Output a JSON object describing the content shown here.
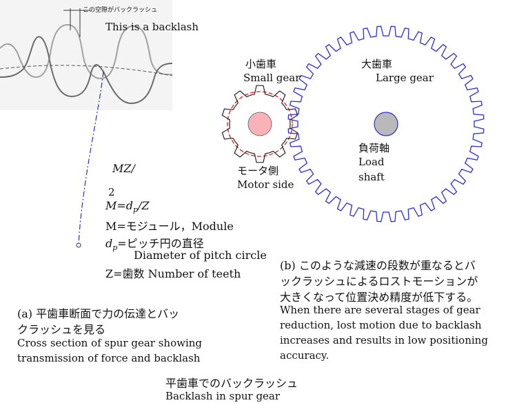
{
  "backlash": {
    "label_jp": "この空隙がバックラッシュ",
    "label_en": "This is a backlash"
  },
  "formula": {
    "mz": "MZ/",
    "two": "2",
    "m_def_prefix": "M=d",
    "m_def_sub": "p",
    "m_def_suffix": "/Z",
    "module_line": "M=モジュール，Module",
    "dp_symbol": "d",
    "dp_sub": "p",
    "dp_def": "=ピッチ円の直径",
    "dp_en": "Diameter of pitch circle",
    "z_line": "Z=歯数  Number of teeth"
  },
  "gears": {
    "small_jp": "小歯車",
    "small_en": "Small gear",
    "large_jp": "大歯車",
    "large_en": "Large gear",
    "load_jp": "負荷軸",
    "load_en_1": "Load",
    "load_en_2": "shaft",
    "motor_jp": "モータ側",
    "motor_en": "Motor side",
    "colors": {
      "small_hub": "#f9b3b8",
      "large_hub": "#b9b9b9",
      "large_outline": "#2b2bd6",
      "pitch_circle": "#d81e1e",
      "dash_line": "#2b2bd6"
    }
  },
  "caption_a": {
    "line1": "(a) 平歯車断面で力の伝達とバッ",
    "line2": "クラッシュを見る",
    "line3": "Cross section of spur gear showing",
    "line4": "transmission of force and backlash"
  },
  "caption_b": {
    "line1": "(b) このような減速の段数が重なるとバ",
    "line2": "ックラッシュによるロストモーションが",
    "line3": "大きくなって位置決め精度が低下する。",
    "line4": "When there are several stages of gear",
    "line5": "reduction, lost motion due to backlash",
    "line6": "increases and results in low positioning",
    "line7": "accuracy."
  },
  "title": {
    "jp": "平歯車でのバックラッシュ",
    "en": "Backlash in spur gear"
  }
}
